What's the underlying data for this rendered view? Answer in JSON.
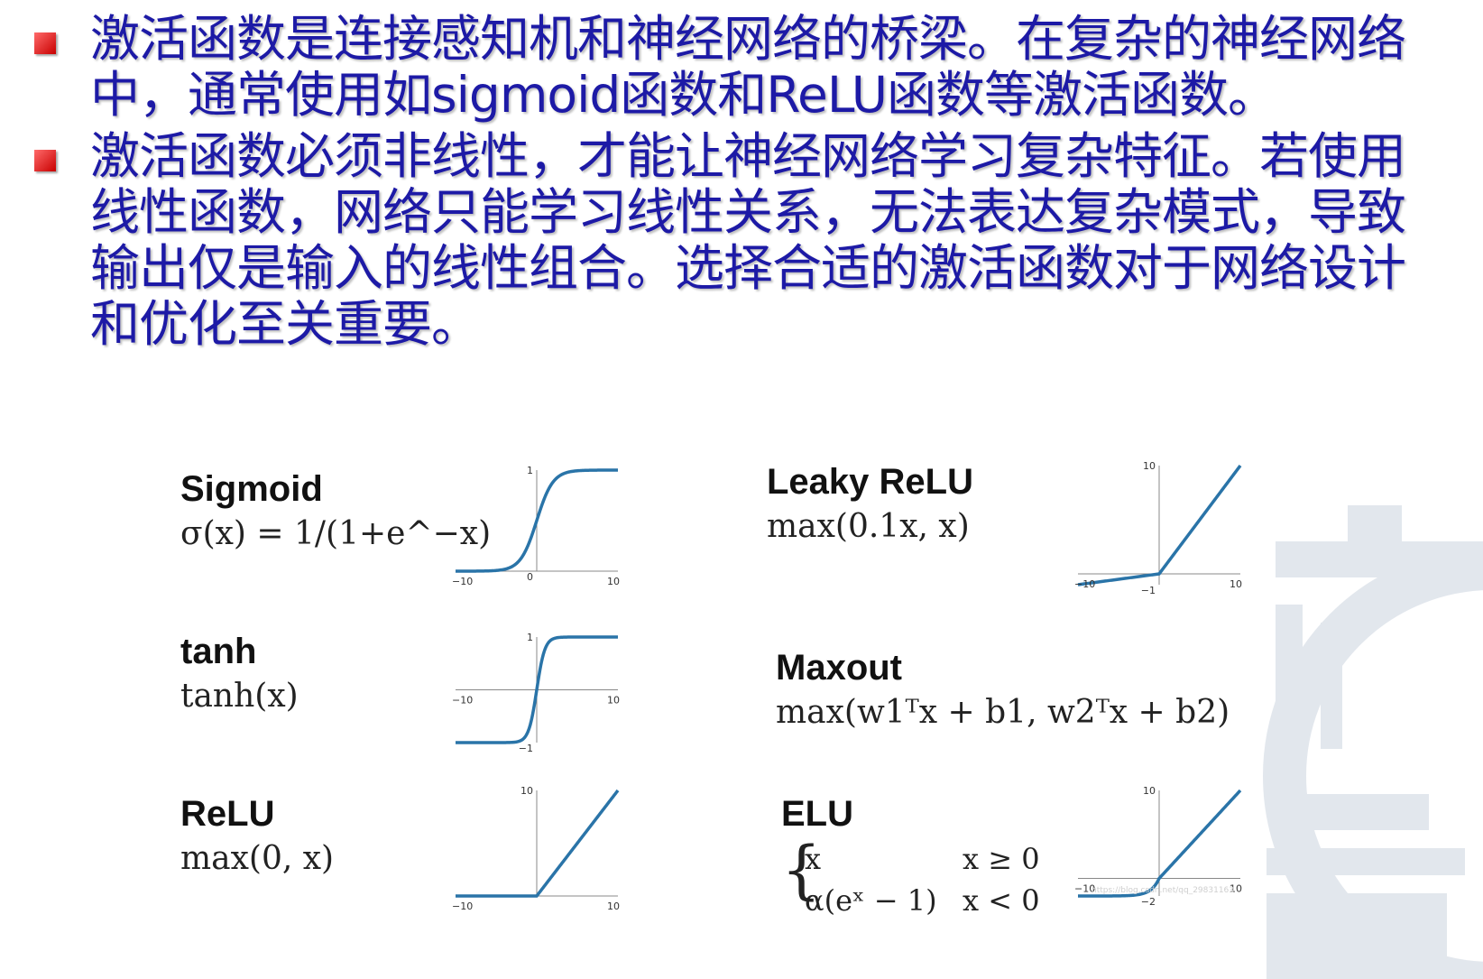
{
  "bullets": [
    "激活函数是连接感知机和神经网络的桥梁。在复杂的神经网络中，通常使用如sigmoid函数和ReLU函数等激活函数。",
    "激活函数必须非线性，才能让神经网络学习复杂特征。若使用线性函数，网络只能学习线性关系，无法表达复杂模式，导致输出仅是输入的线性组合。选择合适的激活函数对于网络设计和优化至关重要。"
  ],
  "functions": {
    "sigmoid": {
      "name": "Sigmoid",
      "formula": "σ(x) = 1/(1+e^−x)"
    },
    "tanh": {
      "name": "tanh",
      "formula": "tanh(x)"
    },
    "relu": {
      "name": "ReLU",
      "formula": "max(0, x)"
    },
    "leaky": {
      "name": "Leaky ReLU",
      "formula": "max(0.1x, x)"
    },
    "maxout": {
      "name": "Maxout",
      "formula": "max(w1ᵀx + b1, w2ᵀx + b2)"
    },
    "elu": {
      "name": "ELU",
      "case1": "x",
      "cond1": "x ≥ 0",
      "case2": "α(eˣ − 1)",
      "cond2": "x < 0"
    }
  },
  "credit": "https://blog.csdn.net/qq_29831163",
  "chart_data": [
    {
      "type": "line",
      "title": "Sigmoid",
      "function": "sigmoid",
      "xlim": [
        -10,
        10
      ],
      "ylim": [
        0,
        1
      ],
      "x_ticks": [
        "−10",
        "10"
      ],
      "y_ticks": [
        "1",
        "0"
      ]
    },
    {
      "type": "line",
      "title": "tanh",
      "function": "tanh",
      "xlim": [
        -10,
        10
      ],
      "ylim": [
        -1,
        1
      ],
      "x_ticks": [
        "−10",
        "10"
      ],
      "y_ticks": [
        "1",
        "−1"
      ]
    },
    {
      "type": "line",
      "title": "ReLU",
      "function": "relu",
      "xlim": [
        -10,
        10
      ],
      "ylim": [
        0,
        10
      ],
      "x_ticks": [
        "−10",
        "10"
      ],
      "y_ticks": [
        "10"
      ]
    },
    {
      "type": "line",
      "title": "Leaky ReLU",
      "function": "leaky",
      "xlim": [
        -10,
        10
      ],
      "ylim": [
        -1,
        10
      ],
      "x_ticks": [
        "−10",
        "10"
      ],
      "y_ticks": [
        "10",
        "−1"
      ]
    },
    {
      "type": "line",
      "title": "ELU",
      "function": "elu",
      "xlim": [
        -10,
        10
      ],
      "ylim": [
        -2,
        10
      ],
      "x_ticks": [
        "−10",
        "10"
      ],
      "y_ticks": [
        "10",
        "−2"
      ]
    }
  ],
  "colors": {
    "bullet_text": "#1d1aa6",
    "curve": "#2a74a8",
    "bullet_mark": "#d00000"
  }
}
